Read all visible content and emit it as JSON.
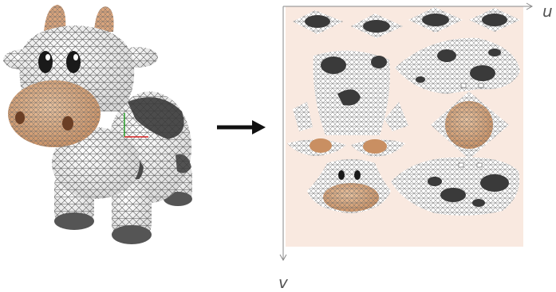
{
  "axes": {
    "u_label": "u",
    "v_label": "v"
  },
  "colors": {
    "background": "#ffffff",
    "uv_background": "#f9e9e0",
    "mesh_line": "#555555",
    "cow_white": "#f2f2f2",
    "cow_spot": "#3a3a3a",
    "muzzle": "#d6a77f",
    "arrow": "#111111"
  },
  "icons": [
    "cow-3d-model",
    "right-arrow-icon",
    "uv-texture-atlas"
  ]
}
